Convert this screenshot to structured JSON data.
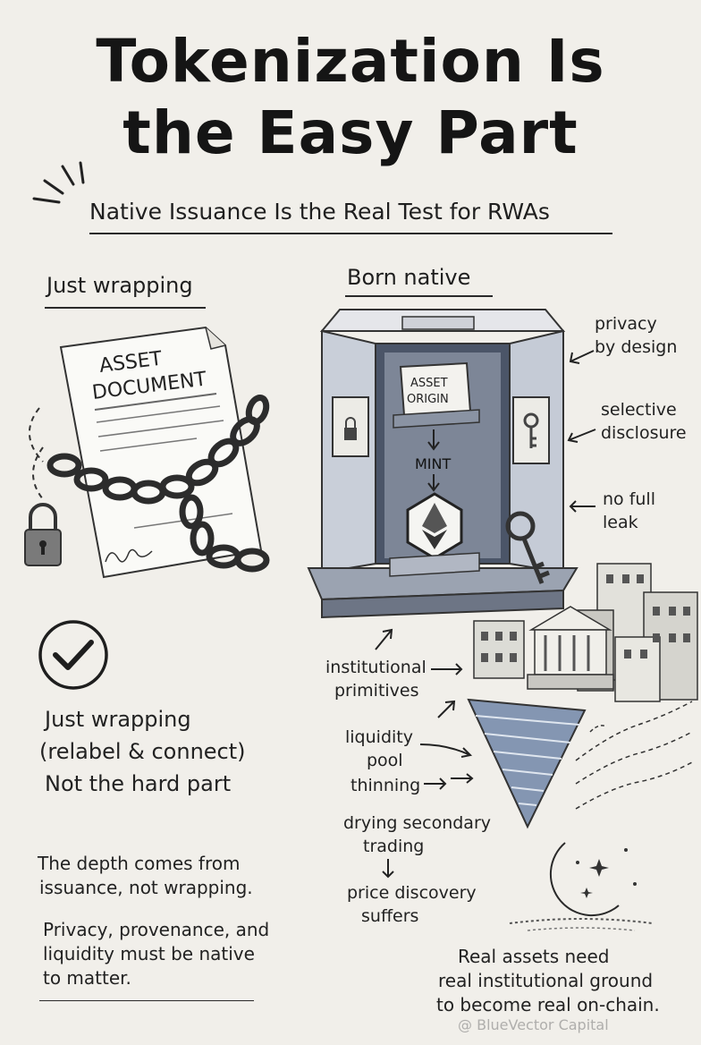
{
  "title": {
    "line1": "Tokenization Is",
    "line2": "the Easy Part"
  },
  "subtitle": "Native Issuance Is the Real Test for RWAs",
  "left_section": {
    "heading": "Just wrapping",
    "document_label_line1": "ASSET",
    "document_label_line2": "DOCUMENT"
  },
  "right_section": {
    "heading": "Born native",
    "origin_label_line1": "ASSET",
    "origin_label_line2": "ORIGIN",
    "mint_label": "MINT"
  },
  "annotations": {
    "privacy": [
      "privacy",
      "by design"
    ],
    "selective": [
      "selective",
      "disclosure"
    ],
    "leak": [
      "no full",
      "leak"
    ],
    "institutional": [
      "institutional",
      "primitives"
    ],
    "liquidity": [
      "liquidity",
      "pool",
      "thinning"
    ],
    "drying": [
      "drying secondary",
      "trading"
    ],
    "price": [
      "price discovery",
      "suffers"
    ]
  },
  "left_text": {
    "line1": "Just wrapping",
    "line2": "(relabel & connect)",
    "line3": "Not the hard part"
  },
  "conclusion": {
    "p1_line1": "The depth comes from",
    "p1_line2": "issuance, not wrapping.",
    "p2_line1": "Privacy, provenance, and",
    "p2_line2": "liquidity must be native",
    "p2_line3": "to matter."
  },
  "closing": [
    "Real assets need",
    "real institutional ground",
    "to become real on-chain."
  ],
  "watermark": "@ BlueVector Capital",
  "colors": {
    "ink": "#1e1e1e",
    "paper": "#f1efea",
    "steel": "#5f6f86",
    "purple": "#6b5aa6"
  }
}
